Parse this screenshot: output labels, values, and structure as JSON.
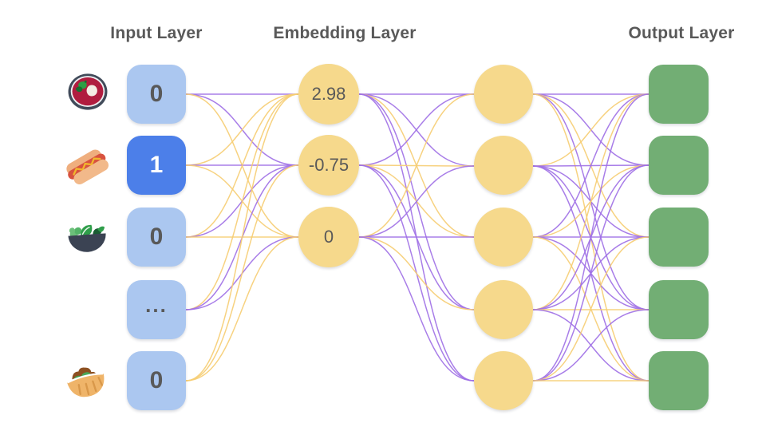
{
  "titles": {
    "input": "Input Layer",
    "embedding": "Embedding Layer",
    "output": "Output Layer"
  },
  "colors": {
    "edge_purple": "#9e6fe6",
    "edge_yellow": "#f6cd72",
    "input_node": "#abc7f0",
    "input_node_active": "#4c7fe9",
    "embedding_node": "#f6d98c",
    "output_node": "#72ae74",
    "text_dark": "#595959"
  },
  "layers": {
    "input": {
      "nodes": [
        {
          "label": "0",
          "icon": "soup-bowl",
          "active": false
        },
        {
          "label": "1",
          "icon": "hot-dog",
          "active": true
        },
        {
          "label": "0",
          "icon": "salad-bowl",
          "active": false
        },
        {
          "label": "...",
          "icon": null,
          "active": false
        },
        {
          "label": "0",
          "icon": "stuffed-flatbread",
          "active": false
        }
      ]
    },
    "embedding": {
      "nodes": [
        {
          "label": "2.98"
        },
        {
          "label": "-0.75"
        },
        {
          "label": "0"
        }
      ]
    },
    "hidden": {
      "nodes": [
        {},
        {},
        {},
        {},
        {}
      ]
    },
    "output": {
      "nodes": [
        {},
        {},
        {},
        {},
        {}
      ]
    }
  },
  "edges": {
    "input_embedding": [
      {
        "from": 0,
        "to": 0,
        "c": "purple"
      },
      {
        "from": 0,
        "to": 1,
        "c": "purple"
      },
      {
        "from": 0,
        "to": 2,
        "c": "yellow"
      },
      {
        "from": 1,
        "to": 0,
        "c": "yellow"
      },
      {
        "from": 1,
        "to": 1,
        "c": "purple"
      },
      {
        "from": 1,
        "to": 2,
        "c": "yellow"
      },
      {
        "from": 2,
        "to": 0,
        "c": "yellow"
      },
      {
        "from": 2,
        "to": 1,
        "c": "purple"
      },
      {
        "from": 2,
        "to": 2,
        "c": "yellow"
      },
      {
        "from": 3,
        "to": 0,
        "c": "yellow"
      },
      {
        "from": 3,
        "to": 1,
        "c": "purple"
      },
      {
        "from": 3,
        "to": 2,
        "c": "purple"
      },
      {
        "from": 4,
        "to": 0,
        "c": "yellow"
      },
      {
        "from": 4,
        "to": 1,
        "c": "yellow"
      },
      {
        "from": 4,
        "to": 2,
        "c": "yellow"
      }
    ],
    "embedding_hidden": [
      {
        "from": 0,
        "to": 0,
        "c": "purple"
      },
      {
        "from": 0,
        "to": 1,
        "c": "purple"
      },
      {
        "from": 0,
        "to": 2,
        "c": "yellow"
      },
      {
        "from": 0,
        "to": 3,
        "c": "purple"
      },
      {
        "from": 0,
        "to": 4,
        "c": "purple"
      },
      {
        "from": 1,
        "to": 0,
        "c": "purple"
      },
      {
        "from": 1,
        "to": 1,
        "c": "yellow"
      },
      {
        "from": 1,
        "to": 2,
        "c": "yellow"
      },
      {
        "from": 1,
        "to": 3,
        "c": "purple"
      },
      {
        "from": 1,
        "to": 4,
        "c": "purple"
      },
      {
        "from": 2,
        "to": 0,
        "c": "yellow"
      },
      {
        "from": 2,
        "to": 1,
        "c": "purple"
      },
      {
        "from": 2,
        "to": 2,
        "c": "purple"
      },
      {
        "from": 2,
        "to": 3,
        "c": "yellow"
      },
      {
        "from": 2,
        "to": 4,
        "c": "purple"
      }
    ],
    "hidden_output": [
      {
        "from": 0,
        "to": 0,
        "c": "purple"
      },
      {
        "from": 0,
        "to": 1,
        "c": "purple"
      },
      {
        "from": 0,
        "to": 2,
        "c": "yellow"
      },
      {
        "from": 0,
        "to": 3,
        "c": "purple"
      },
      {
        "from": 0,
        "to": 4,
        "c": "yellow"
      },
      {
        "from": 1,
        "to": 0,
        "c": "yellow"
      },
      {
        "from": 1,
        "to": 1,
        "c": "purple"
      },
      {
        "from": 1,
        "to": 2,
        "c": "purple"
      },
      {
        "from": 1,
        "to": 3,
        "c": "purple"
      },
      {
        "from": 1,
        "to": 4,
        "c": "purple"
      },
      {
        "from": 2,
        "to": 0,
        "c": "purple"
      },
      {
        "from": 2,
        "to": 1,
        "c": "yellow"
      },
      {
        "from": 2,
        "to": 2,
        "c": "purple"
      },
      {
        "from": 2,
        "to": 3,
        "c": "purple"
      },
      {
        "from": 2,
        "to": 4,
        "c": "yellow"
      },
      {
        "from": 3,
        "to": 0,
        "c": "yellow"
      },
      {
        "from": 3,
        "to": 1,
        "c": "purple"
      },
      {
        "from": 3,
        "to": 2,
        "c": "purple"
      },
      {
        "from": 3,
        "to": 3,
        "c": "yellow"
      },
      {
        "from": 3,
        "to": 4,
        "c": "purple"
      },
      {
        "from": 4,
        "to": 0,
        "c": "purple"
      },
      {
        "from": 4,
        "to": 1,
        "c": "purple"
      },
      {
        "from": 4,
        "to": 2,
        "c": "yellow"
      },
      {
        "from": 4,
        "to": 3,
        "c": "purple"
      },
      {
        "from": 4,
        "to": 4,
        "c": "yellow"
      }
    ]
  }
}
